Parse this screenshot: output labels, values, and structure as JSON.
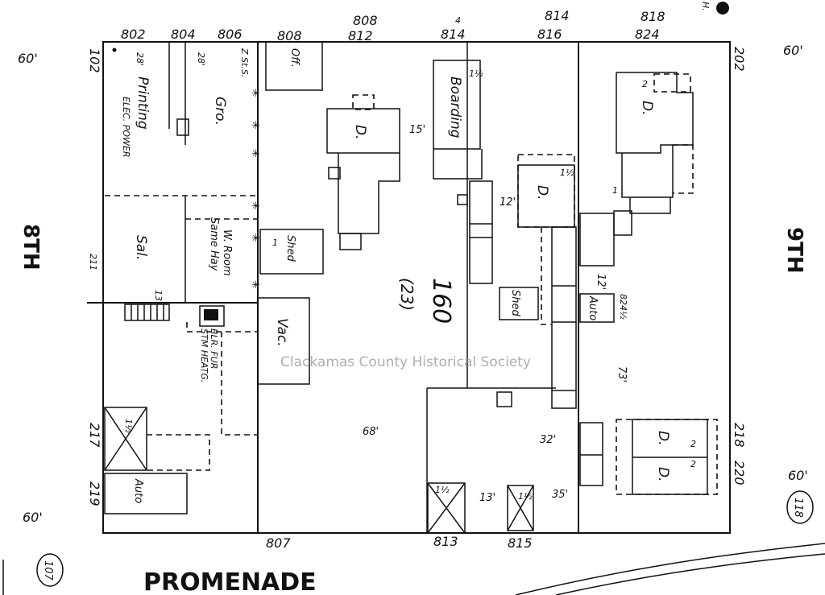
{
  "streets": {
    "left": "8TH",
    "right": "9TH",
    "bottom": "PROMENADE"
  },
  "street_widths": {
    "left_top": "60'",
    "left_bottom": "60'",
    "right_top": "60'",
    "right_bottom": "60'"
  },
  "circled_numbers": {
    "left": "107",
    "right": "118"
  },
  "block": {
    "number": "160",
    "sub": "(23)"
  },
  "watermark": "Clackamas County Historical Society",
  "top_addresses": [
    "802",
    "804",
    "806",
    "808",
    "808",
    "812",
    "4",
    "814",
    "814",
    "816",
    "818",
    "824"
  ],
  "left_addresses": [
    "102",
    "211",
    "217",
    "219"
  ],
  "right_addresses": [
    "202",
    "218",
    "220"
  ],
  "bottom_addresses": [
    "807",
    "813",
    "815"
  ],
  "corner_mark": "H.",
  "buildings": {
    "printing": "Printing",
    "elec_power": "ELEC. POWER",
    "grocery": "Gro.",
    "store_code": "Z St.S.",
    "saloon": "Sal.",
    "wareroom": "W. Room",
    "same_hay": "Same Hay",
    "boiler": "BLR. FUR",
    "steam": "STM HEATG.",
    "shed": "Shed",
    "shed2": "Shed",
    "vacant": "Vac.",
    "office": "Off.",
    "boarding": "Boarding",
    "dwelling": "D.",
    "auto": "Auto",
    "auto2": "Auto",
    "addr_824_half": "824½"
  },
  "dimensions": [
    "68'",
    "32'",
    "35'",
    "13'",
    "73'",
    "15'",
    "12'",
    "12'",
    "13'",
    "28'",
    "28'"
  ],
  "story_marks": [
    "1½",
    "1½",
    "1½",
    "1½",
    "1½",
    "2",
    "2",
    "2",
    "1",
    "1"
  ]
}
